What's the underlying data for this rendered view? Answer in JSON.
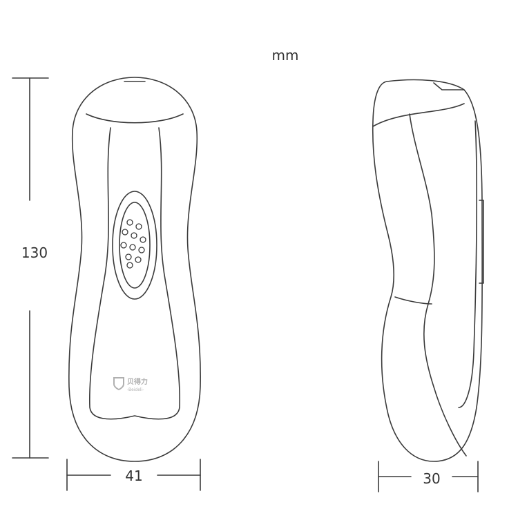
{
  "unit_label": "mm",
  "dimensions": {
    "height": "130",
    "front_width": "41",
    "side_depth": "30"
  },
  "logo": {
    "text": "贝得力",
    "subtext": "-Beideli-"
  },
  "colors": {
    "line": "#3a3a3a",
    "logo": "#b0b0b0"
  }
}
